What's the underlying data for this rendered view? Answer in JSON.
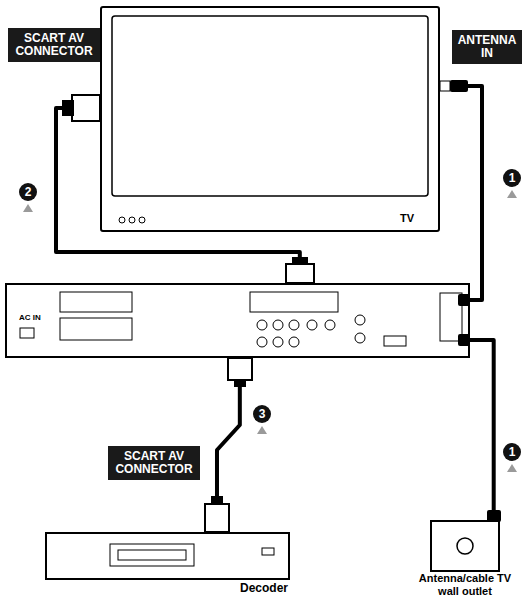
{
  "diagram": {
    "nodes": [
      {
        "text": [
          "SCART AV CONNECTOR"
        ]
      },
      {
        "text": [
          "ANTENNA IN"
        ]
      },
      {
        "text": [
          "TV"
        ]
      },
      {
        "text": [
          "AC IN"
        ]
      },
      {
        "text": [
          "SCART AV CONNECTOR"
        ]
      },
      {
        "text": [
          "Decoder"
        ]
      },
      {
        "text": [
          "Antenna/cable TV wall outlet"
        ]
      }
    ],
    "edges": [
      {
        "from": 6,
        "to": 3,
        "arrow": "none",
        "label": "1"
      },
      {
        "from": 3,
        "to": 2,
        "arrow": "none",
        "label": "1"
      },
      {
        "from": 2,
        "to": 3,
        "arrow": "none",
        "label": "2"
      },
      {
        "from": 3,
        "to": 5,
        "arrow": "none",
        "label": "3"
      }
    ]
  }
}
